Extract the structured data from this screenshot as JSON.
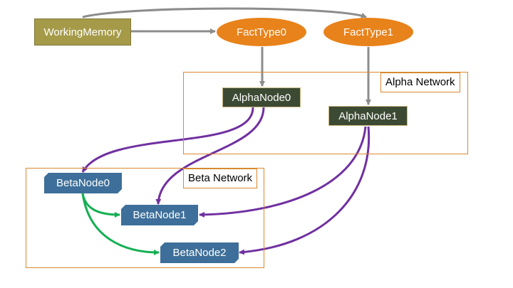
{
  "groups": {
    "alpha_label": "Alpha Network",
    "beta_label": "Beta Network"
  },
  "nodes": {
    "working_memory": "WorkingMemory",
    "fact_type_0": "FactType0",
    "fact_type_1": "FactType1",
    "alpha_node_0": "AlphaNode0",
    "alpha_node_1": "AlphaNode1",
    "beta_node_0": "BetaNode0",
    "beta_node_1": "BetaNode1",
    "beta_node_2": "BetaNode2"
  },
  "colors": {
    "gray_edge": "#8c8c8c",
    "purple_edge": "#7030a0",
    "green_edge": "#16b054",
    "group_border": "#d9892f"
  }
}
